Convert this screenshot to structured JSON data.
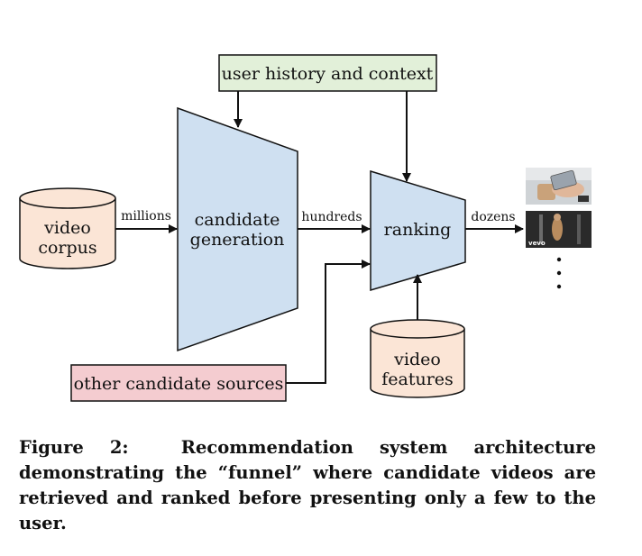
{
  "diagram": {
    "nodes": {
      "user_history": "user history and context",
      "video_corpus": [
        "video",
        "corpus"
      ],
      "candidate_generation": [
        "candidate",
        "generation"
      ],
      "ranking": "ranking",
      "video_features": [
        "video",
        "features"
      ],
      "other_sources": "other candidate sources"
    },
    "edge_labels": {
      "millions": "millions",
      "hundreds": "hundreds",
      "dozens": "dozens"
    },
    "thumbnail_text": "vevo",
    "colors": {
      "green_box": "#e2f0d9",
      "blue_funnel": "#cfe0f1",
      "cylinder": "#fbe5d6",
      "pink_box": "#f4ccd0",
      "stroke": "#111111"
    }
  },
  "caption": {
    "label": "Figure 2:",
    "text": "Recommendation system architecture demonstrating the “funnel” where candidate videos are retrieved and ranked before presenting only a few to the user."
  }
}
